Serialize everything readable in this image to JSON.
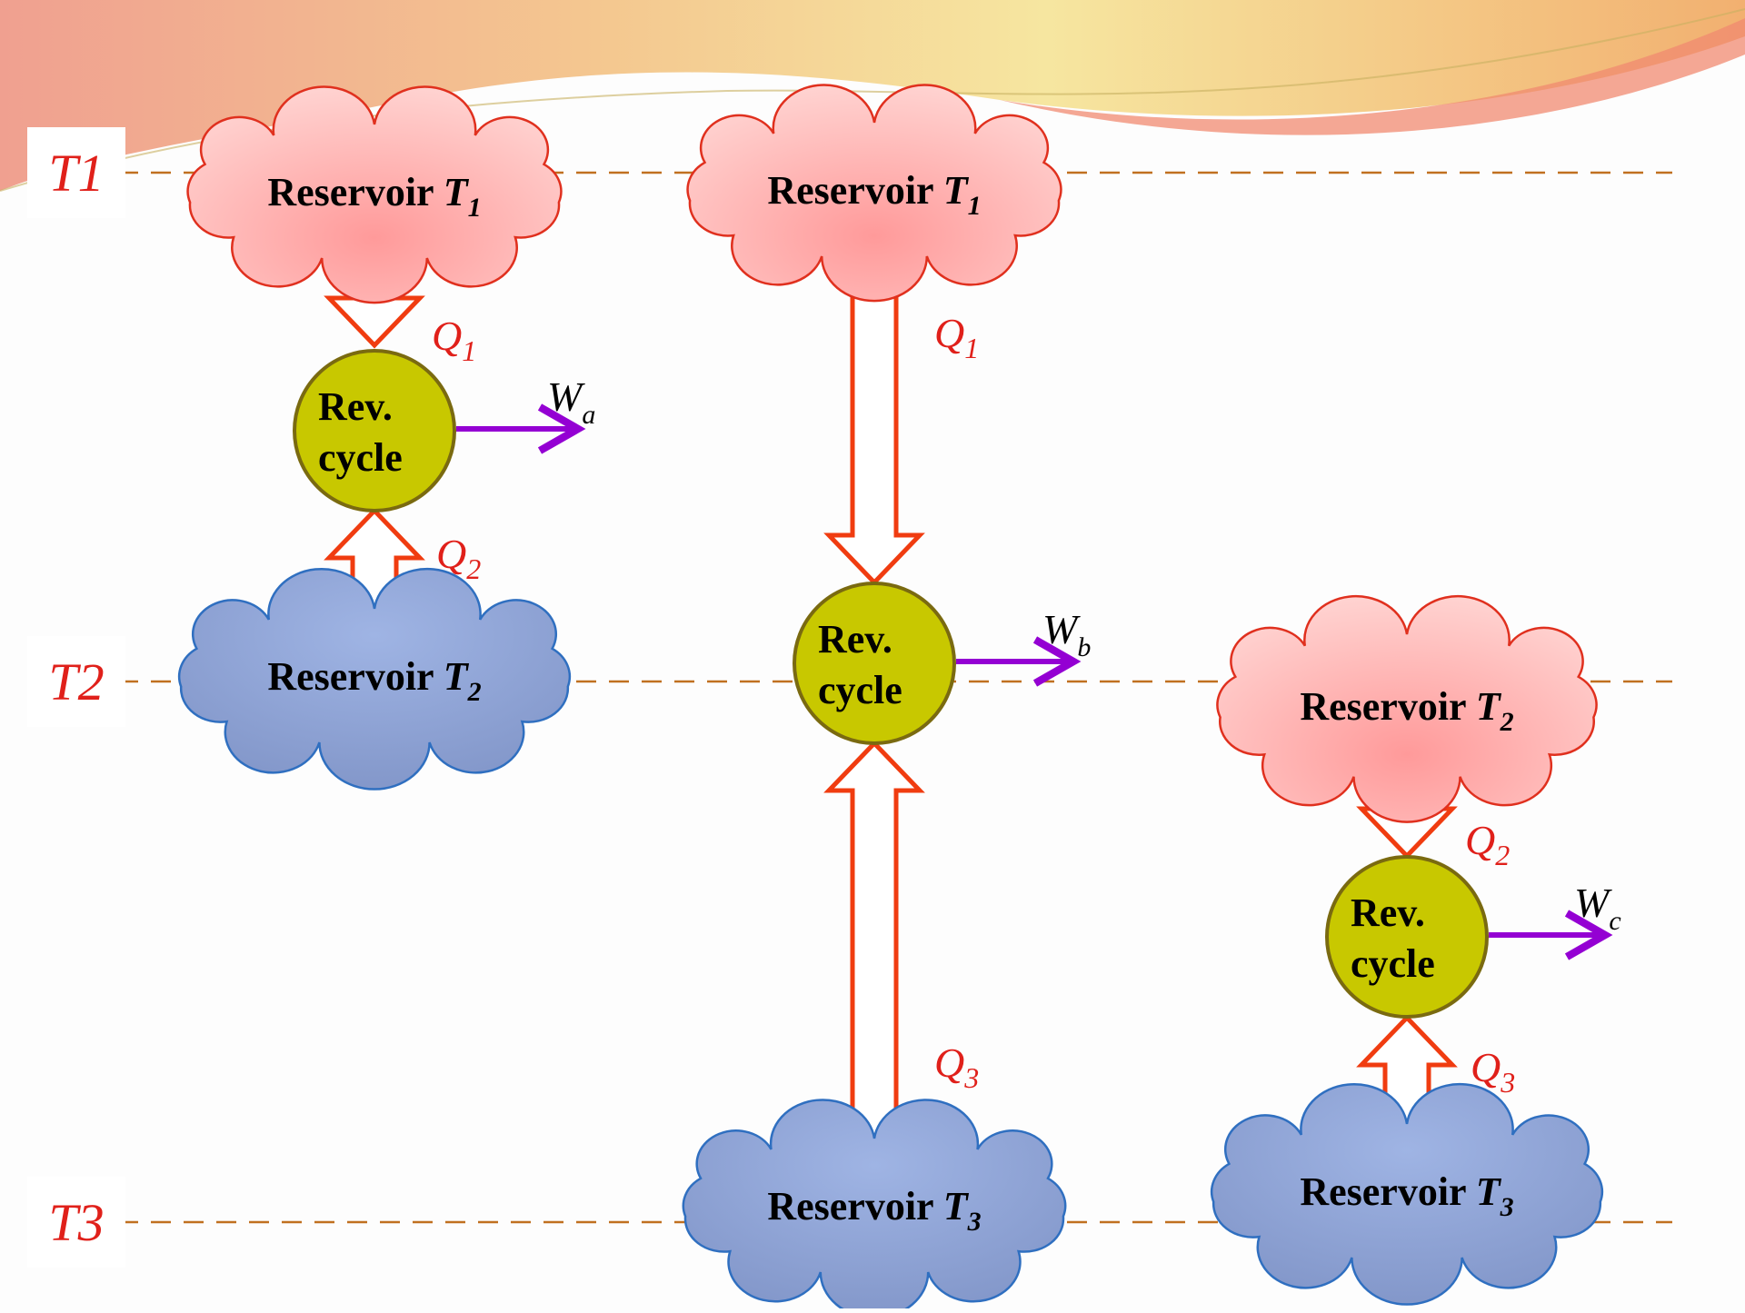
{
  "levels": [
    {
      "label": "T1"
    },
    {
      "label": "T2"
    },
    {
      "label": "T3"
    }
  ],
  "reservoir_word": "Reservoir",
  "cycle": {
    "line1": "Rev.",
    "line2": "cycle"
  },
  "engines": [
    {
      "hot": {
        "symbol": "T",
        "sub": "1",
        "tone": "hot"
      },
      "cold": {
        "symbol": "T",
        "sub": "2",
        "tone": "cold"
      },
      "q_in": {
        "symbol": "Q",
        "sub": "1"
      },
      "q_out": {
        "symbol": "Q",
        "sub": "2"
      },
      "work": {
        "symbol": "W",
        "sub": "a"
      }
    },
    {
      "hot": {
        "symbol": "T",
        "sub": "1",
        "tone": "hot"
      },
      "cold": {
        "symbol": "T",
        "sub": "3",
        "tone": "cold"
      },
      "q_in": {
        "symbol": "Q",
        "sub": "1"
      },
      "q_out": {
        "symbol": "Q",
        "sub": "3"
      },
      "work": {
        "symbol": "W",
        "sub": "b"
      }
    },
    {
      "hot": {
        "symbol": "T",
        "sub": "2",
        "tone": "hot"
      },
      "cold": {
        "symbol": "T",
        "sub": "3",
        "tone": "cold"
      },
      "q_in": {
        "symbol": "Q",
        "sub": "2"
      },
      "q_out": {
        "symbol": "Q",
        "sub": "3"
      },
      "work": {
        "symbol": "W",
        "sub": "c"
      }
    }
  ],
  "colors": {
    "hot_reservoir": "#fcb6b6",
    "hot_outline": "#e0301e",
    "cold_reservoir": "#93a6d6",
    "cold_outline": "#2f6fc0",
    "cycle_fill": "#c8c800",
    "cycle_outline": "#7a6a10",
    "heat_arrow": "#f03c10",
    "work_arrow": "#9400d3",
    "level_line": "#c07020",
    "label_red": "#e0201a"
  }
}
